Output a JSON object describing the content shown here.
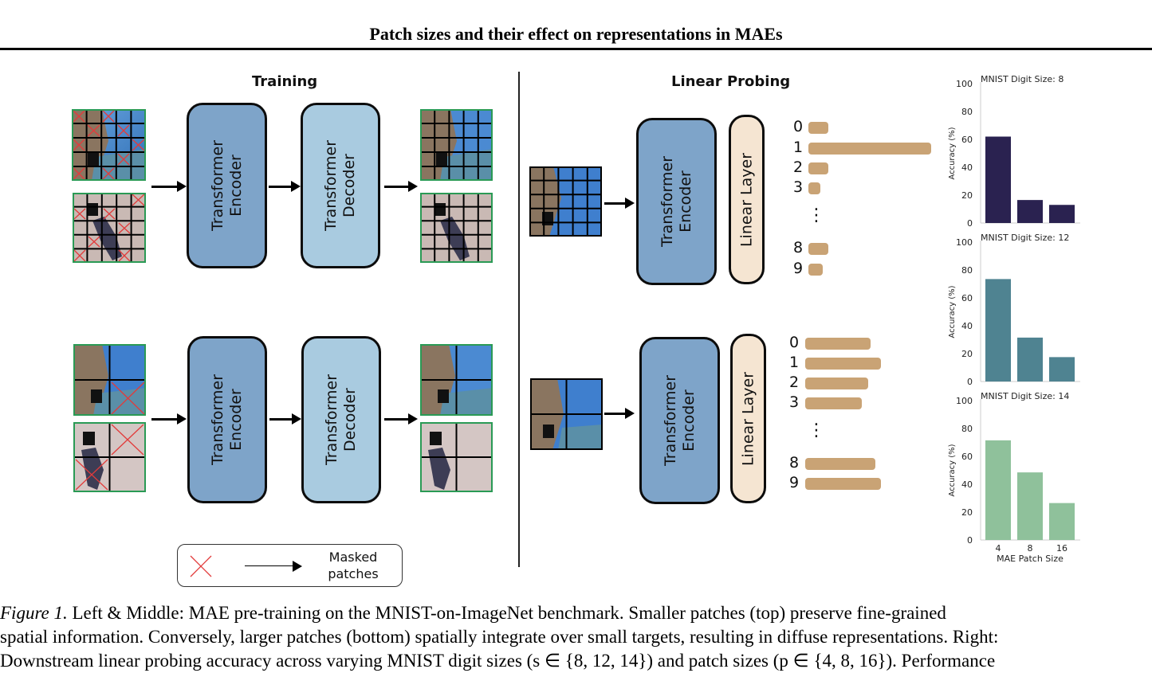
{
  "header": {
    "title": "Patch sizes and their effect on representations in MAEs"
  },
  "training": {
    "title": "Training",
    "encoder_label": [
      "Transformer",
      "Encoder"
    ],
    "decoder_label": [
      "Transformer",
      "Decoder"
    ]
  },
  "probing": {
    "title": "Linear Probing",
    "encoder_label": [
      "Transformer",
      "Encoder"
    ],
    "linear_label": "Linear Layer",
    "top_bars": [
      {
        "digit": "0",
        "value": 0.16
      },
      {
        "digit": "1",
        "value": 1.0
      },
      {
        "digit": "2",
        "value": 0.16
      },
      {
        "digit": "3",
        "value": 0.1
      },
      {
        "digit": "8",
        "value": 0.16
      },
      {
        "digit": "9",
        "value": 0.12
      }
    ],
    "bottom_bars": [
      {
        "digit": "0",
        "value": 0.53
      },
      {
        "digit": "1",
        "value": 0.62
      },
      {
        "digit": "2",
        "value": 0.51
      },
      {
        "digit": "3",
        "value": 0.46
      },
      {
        "digit": "8",
        "value": 0.57
      },
      {
        "digit": "9",
        "value": 0.62
      }
    ],
    "ellipsis": "⋮"
  },
  "legend": {
    "masked_label_1": "Masked",
    "masked_label_2": "patches"
  },
  "chart_data": [
    {
      "type": "bar",
      "title": "MNIST Digit Size: 8",
      "categories": [
        "4",
        "8",
        "16"
      ],
      "values": [
        62,
        16.5,
        13
      ],
      "ylabel": "Accuracy (%)",
      "ylim": [
        0,
        100
      ],
      "yticks": [
        0,
        20,
        40,
        60,
        80,
        100
      ],
      "color": "#2a2250"
    },
    {
      "type": "bar",
      "title": "MNIST Digit Size: 12",
      "categories": [
        "4",
        "8",
        "16"
      ],
      "values": [
        73.5,
        31.5,
        17.5
      ],
      "ylabel": "Accuracy (%)",
      "ylim": [
        0,
        100
      ],
      "yticks": [
        0,
        20,
        40,
        60,
        80,
        100
      ],
      "color": "#4f8391"
    },
    {
      "type": "bar",
      "title": "MNIST Digit Size: 14",
      "categories": [
        "4",
        "8",
        "16"
      ],
      "values": [
        71.5,
        48.5,
        26.5
      ],
      "ylabel": "Accuracy (%)",
      "ylim": [
        0,
        100
      ],
      "yticks": [
        0,
        20,
        40,
        60,
        80,
        100
      ],
      "xlabel": "MAE Patch Size",
      "color": "#8fc19b"
    }
  ],
  "caption": {
    "line1_italic": "Figure 1.",
    "line1_rest": " Left & Middle: MAE pre-training on the MNIST-on-ImageNet benchmark. Smaller patches (top) preserve fine-grained",
    "line2": "spatial information. Conversely, larger patches (bottom) spatially integrate over small targets, resulting in diffuse representations. Right:",
    "line3": "Downstream linear probing accuracy across varying MNIST digit sizes (s ∈ {8, 12, 14}) and patch sizes (p ∈ {4, 8, 16}). Performance"
  }
}
